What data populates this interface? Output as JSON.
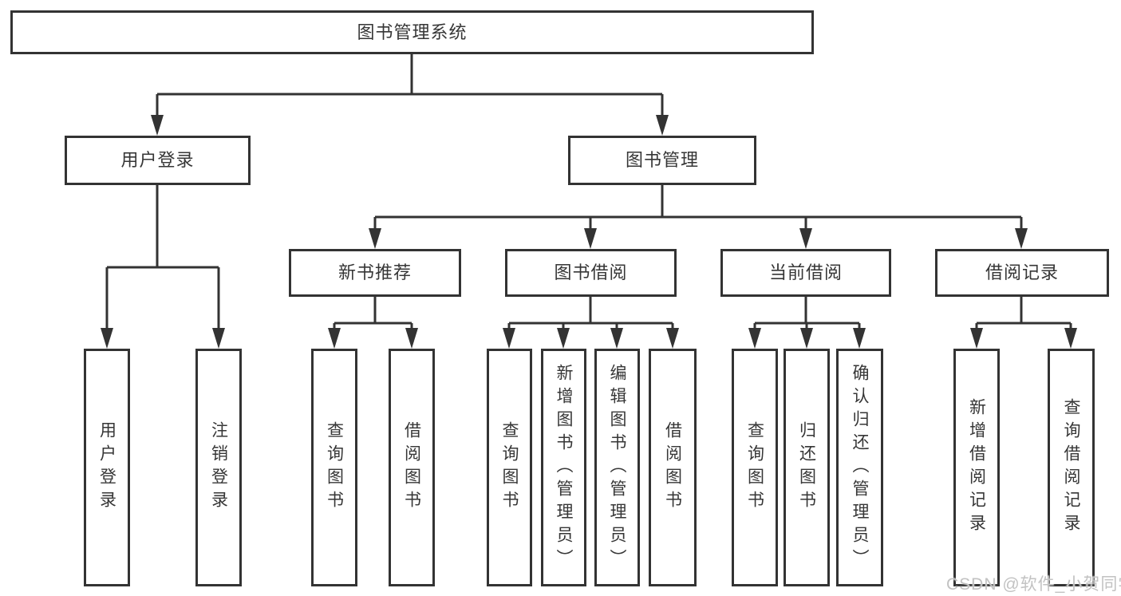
{
  "tree": {
    "label": "图书管理系统",
    "children": [
      {
        "label": "用户登录",
        "children": [
          {
            "label": "用户登录"
          },
          {
            "label": "注销登录"
          }
        ]
      },
      {
        "label": "图书管理",
        "children": [
          {
            "label": "新书推荐",
            "children": [
              {
                "label": "查询图书"
              },
              {
                "label": "借阅图书"
              }
            ]
          },
          {
            "label": "图书借阅",
            "children": [
              {
                "label": "查询图书"
              },
              {
                "label": "新增图书（管理员）"
              },
              {
                "label": "编辑图书（管理员）"
              },
              {
                "label": "借阅图书"
              }
            ]
          },
          {
            "label": "当前借阅",
            "children": [
              {
                "label": "查询图书"
              },
              {
                "label": "归还图书"
              },
              {
                "label": "确认归还（管理员）"
              }
            ]
          },
          {
            "label": "借阅记录",
            "children": [
              {
                "label": "新增借阅记录"
              },
              {
                "label": "查询借阅记录"
              }
            ]
          }
        ]
      }
    ]
  },
  "watermark": "CSDN @软件_小贺同学",
  "colors": {
    "line": "#333333",
    "border": "#333333",
    "text": "#363636",
    "watermark": "#c2c2c2",
    "background": "#ffffff"
  }
}
